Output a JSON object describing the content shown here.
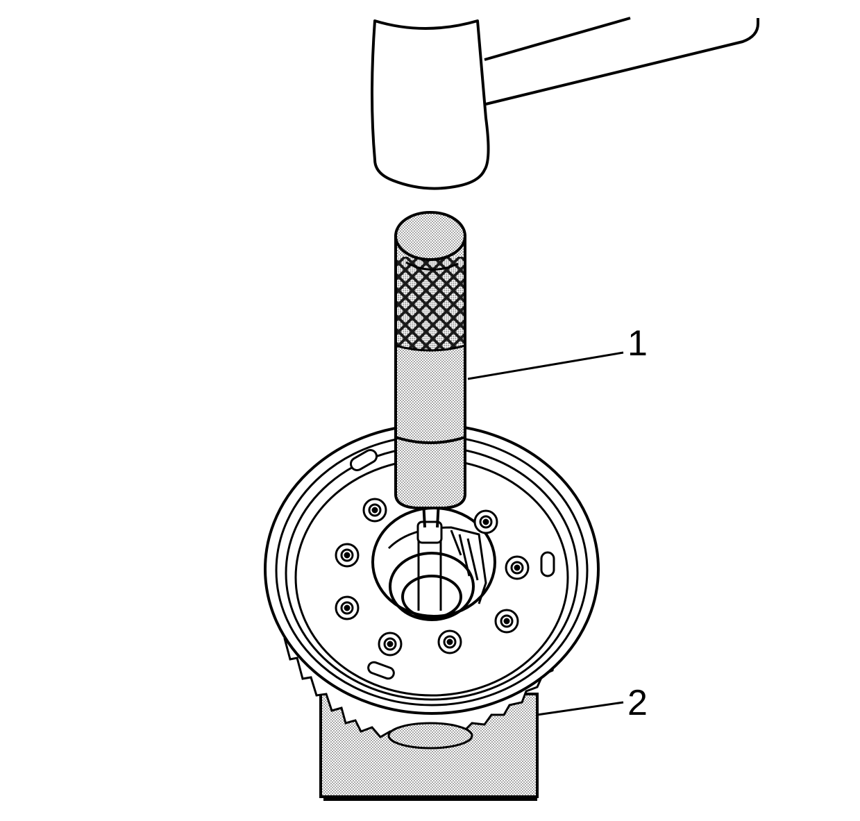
{
  "callouts": [
    {
      "id": 1,
      "label": "1"
    },
    {
      "id": 2,
      "label": "2"
    }
  ],
  "colors": {
    "line": "#000000",
    "background": "#ffffff",
    "hatch": "#7a7a7a"
  }
}
